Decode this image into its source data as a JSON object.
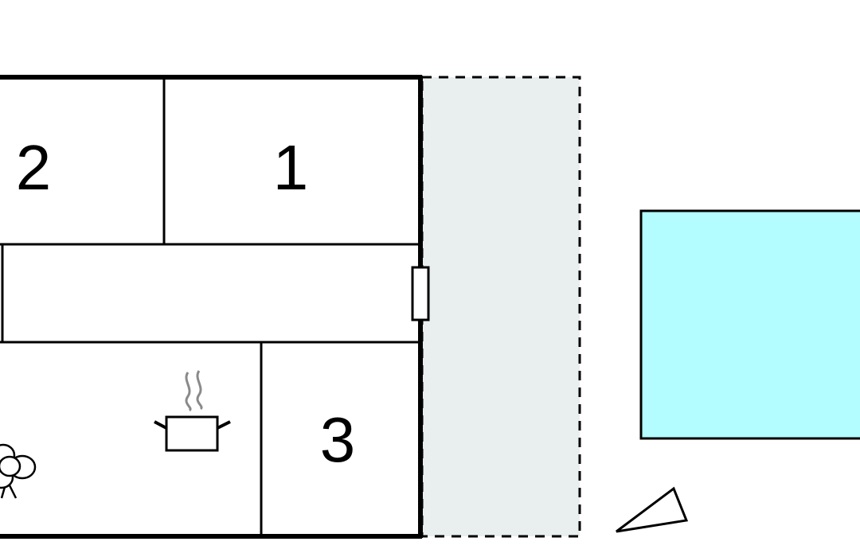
{
  "rooms": [
    {
      "label": "1"
    },
    {
      "label": "2"
    },
    {
      "label": "3"
    }
  ],
  "icons": {
    "kitchen": "cooking-pot-icon",
    "dining": "dining-table-icon",
    "north": "north-arrow-icon"
  },
  "colors": {
    "walls": "#000000",
    "terrace_fill": "#e9eeee",
    "pool_fill": "#b3fcff",
    "steam": "#8a8a8a"
  }
}
